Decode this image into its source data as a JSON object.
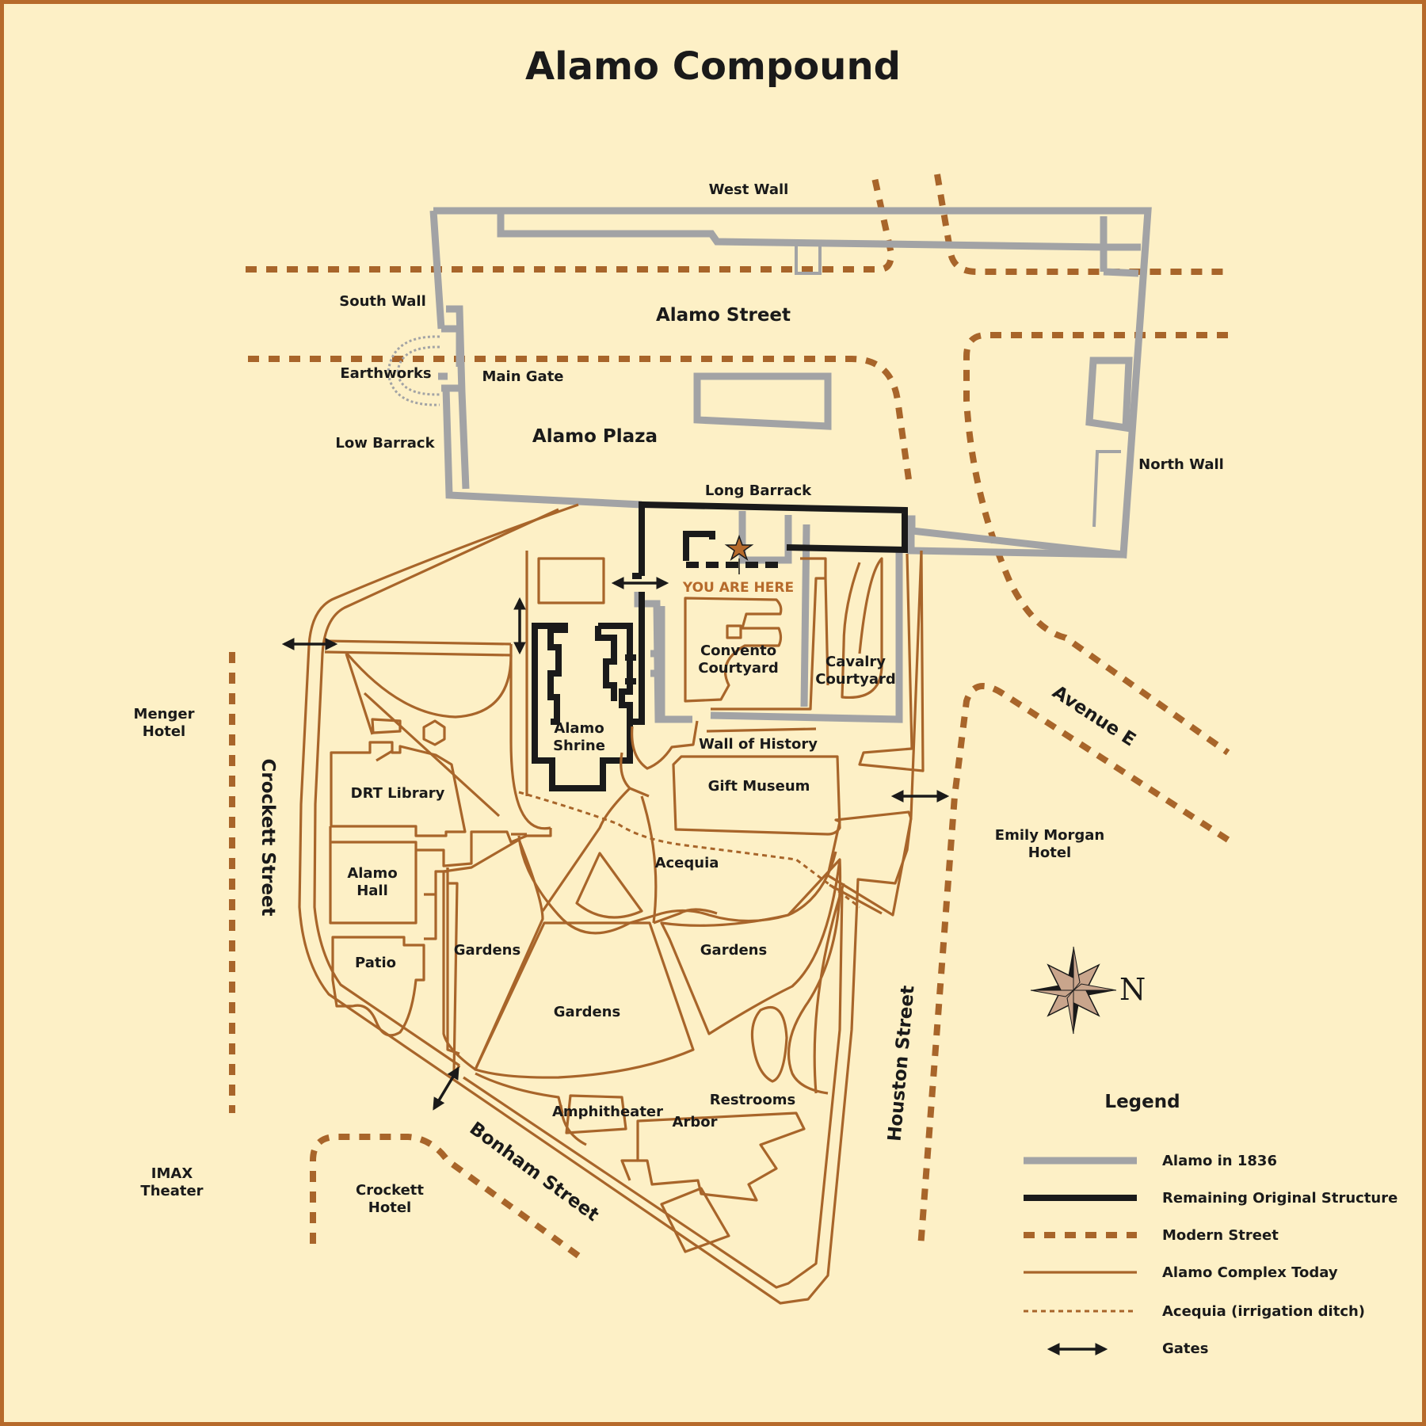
{
  "title": "Alamo Compound",
  "you_are_here": "YOU ARE HERE",
  "labels": {
    "west_wall": "West Wall",
    "south_wall": "South Wall",
    "earthworks": "Earthworks",
    "main_gate": "Main Gate",
    "low_barrack": "Low Barrack",
    "alamo_street": "Alamo Street",
    "alamo_plaza": "Alamo Plaza",
    "long_barrack": "Long Barrack",
    "north_wall": "North Wall",
    "convento_courtyard": [
      "Convento",
      "Courtyard"
    ],
    "cavalry_courtyard": [
      "Cavalry",
      "Courtyard"
    ],
    "alamo_shrine": [
      "Alamo",
      "Shrine"
    ],
    "wall_of_history": "Wall of History",
    "gift_museum": "Gift Museum",
    "avenue_e": "Avenue E",
    "menger_hotel": [
      "Menger",
      "Hotel"
    ],
    "crockett_street": "Crockett Street",
    "drt_library": "DRT Library",
    "alamo_hall": [
      "Alamo",
      "Hall"
    ],
    "patio": "Patio",
    "gardens_left": "Gardens",
    "gardens_center": "Gardens",
    "gardens_right": "Gardens",
    "acequia": "Acequia",
    "emily_morgan_hotel": [
      "Emily Morgan",
      "Hotel"
    ],
    "houston_street": "Houston Street",
    "amphitheater": "Amphitheater",
    "arbor": "Arbor",
    "restrooms": "Restrooms",
    "bonham_street": "Bonham Street",
    "imax_theater": [
      "IMAX",
      "Theater"
    ],
    "crockett_hotel": [
      "Crockett",
      "Hotel"
    ]
  },
  "compass": {
    "letter": "N",
    "icon": "compass-rose-icon"
  },
  "legend": {
    "title": "Legend",
    "items": [
      {
        "label": "Alamo in 1836",
        "style": "wall1836"
      },
      {
        "label": "Remaining Original Structure",
        "style": "orig"
      },
      {
        "label": "Modern Street",
        "style": "street"
      },
      {
        "label": "Alamo Complex Today",
        "style": "complex"
      },
      {
        "label": "Acequia (irrigation ditch)",
        "style": "acequia"
      },
      {
        "label": "Gates",
        "style": "gate"
      }
    ]
  },
  "colors": {
    "background": "#fdf0c6",
    "border": "#b66a2b",
    "alamo_1836": "#a2a3a5",
    "original_structure": "#1a1a1a",
    "modern_street": "#a8652a",
    "complex_today": "#a8652a",
    "you_are_here": "#b66a2b"
  }
}
